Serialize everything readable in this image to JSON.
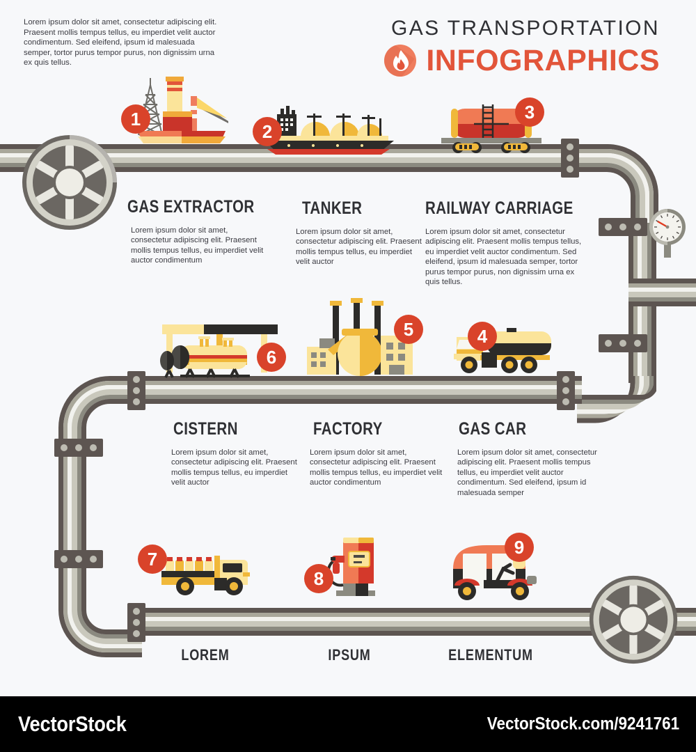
{
  "intro": {
    "text": "Lorem ipsum dolor sit amet, consectetur adipiscing elit. Praesent mollis tempus tellus, eu imperdiet velit auctor condimentum. Sed eleifend, ipsum id malesuada semper, tortor purus tempor purus, non dignissim urna ex quis tellus."
  },
  "title": {
    "line1": "GAS  TRANSPORTATION",
    "line2": "INFOGRAPHICS",
    "accent_color": "#e2553a",
    "badge_icon": "flame-icon"
  },
  "colors": {
    "background": "#f7f8fa",
    "badge": "#d9432a",
    "pipe_dark": "#5d5551",
    "pipe_light": "#f2f2ee",
    "ground": "#7c7a72",
    "footer": "#000000"
  },
  "sections": [
    {
      "number": "1",
      "title": "GAS  EXTRACTOR",
      "body": "Lorem ipsum dolor sit amet, consectetur adipiscing elit. Praesent mollis tempus tellus, eu imperdiet velit auctor condimentum",
      "icon": "oil-rig-icon"
    },
    {
      "number": "2",
      "title": "TANKER",
      "body": "Lorem ipsum dolor sit amet, consectetur adipiscing elit. Praesent mollis tempus tellus, eu imperdiet velit auctor",
      "icon": "lng-tanker-ship-icon"
    },
    {
      "number": "3",
      "title": "RAILWAY CARRIAGE",
      "body": "Lorem ipsum dolor sit amet, consectetur adipiscing elit. Praesent mollis tempus tellus, eu imperdiet velit auctor condimentum. Sed eleifend, ipsum id malesuada semper, tortor purus tempor purus, non dignissim urna ex quis tellus.",
      "icon": "railway-tank-car-icon"
    },
    {
      "number": "6",
      "title": "CISTERN",
      "body": "Lorem ipsum dolor sit amet, consectetur adipiscing elit. Praesent mollis tempus tellus, eu imperdiet velit auctor",
      "icon": "cistern-tank-icon"
    },
    {
      "number": "5",
      "title": "FACTORY",
      "body": "Lorem ipsum dolor sit amet, consectetur adipiscing elit. Praesent mollis tempus tellus, eu imperdiet velit auctor condimentum",
      "icon": "gas-factory-icon"
    },
    {
      "number": "4",
      "title": "GAS  CAR",
      "body": "Lorem ipsum dolor sit amet, consectetur adipiscing elit. Praesent mollis tempus tellus, eu imperdiet velit auctor condimentum. Sed eleifend, ipsum id malesuada semper",
      "icon": "gas-tanker-truck-icon"
    }
  ],
  "bottom_row": [
    {
      "number": "7",
      "caption": "LOREM",
      "icon": "gas-cylinder-truck-icon"
    },
    {
      "number": "8",
      "caption": "IPSUM",
      "icon": "fuel-pump-icon"
    },
    {
      "number": "9",
      "caption": "ELEMENTUM",
      "icon": "auto-rickshaw-icon"
    }
  ],
  "decorations": {
    "valve_wheel_left": "valve-wheel-icon",
    "valve_wheel_right": "valve-wheel-icon",
    "pressure_gauge": "pressure-gauge-icon"
  },
  "footer": {
    "brand": "VectorStock",
    "url": "VectorStock.com/9241761"
  }
}
